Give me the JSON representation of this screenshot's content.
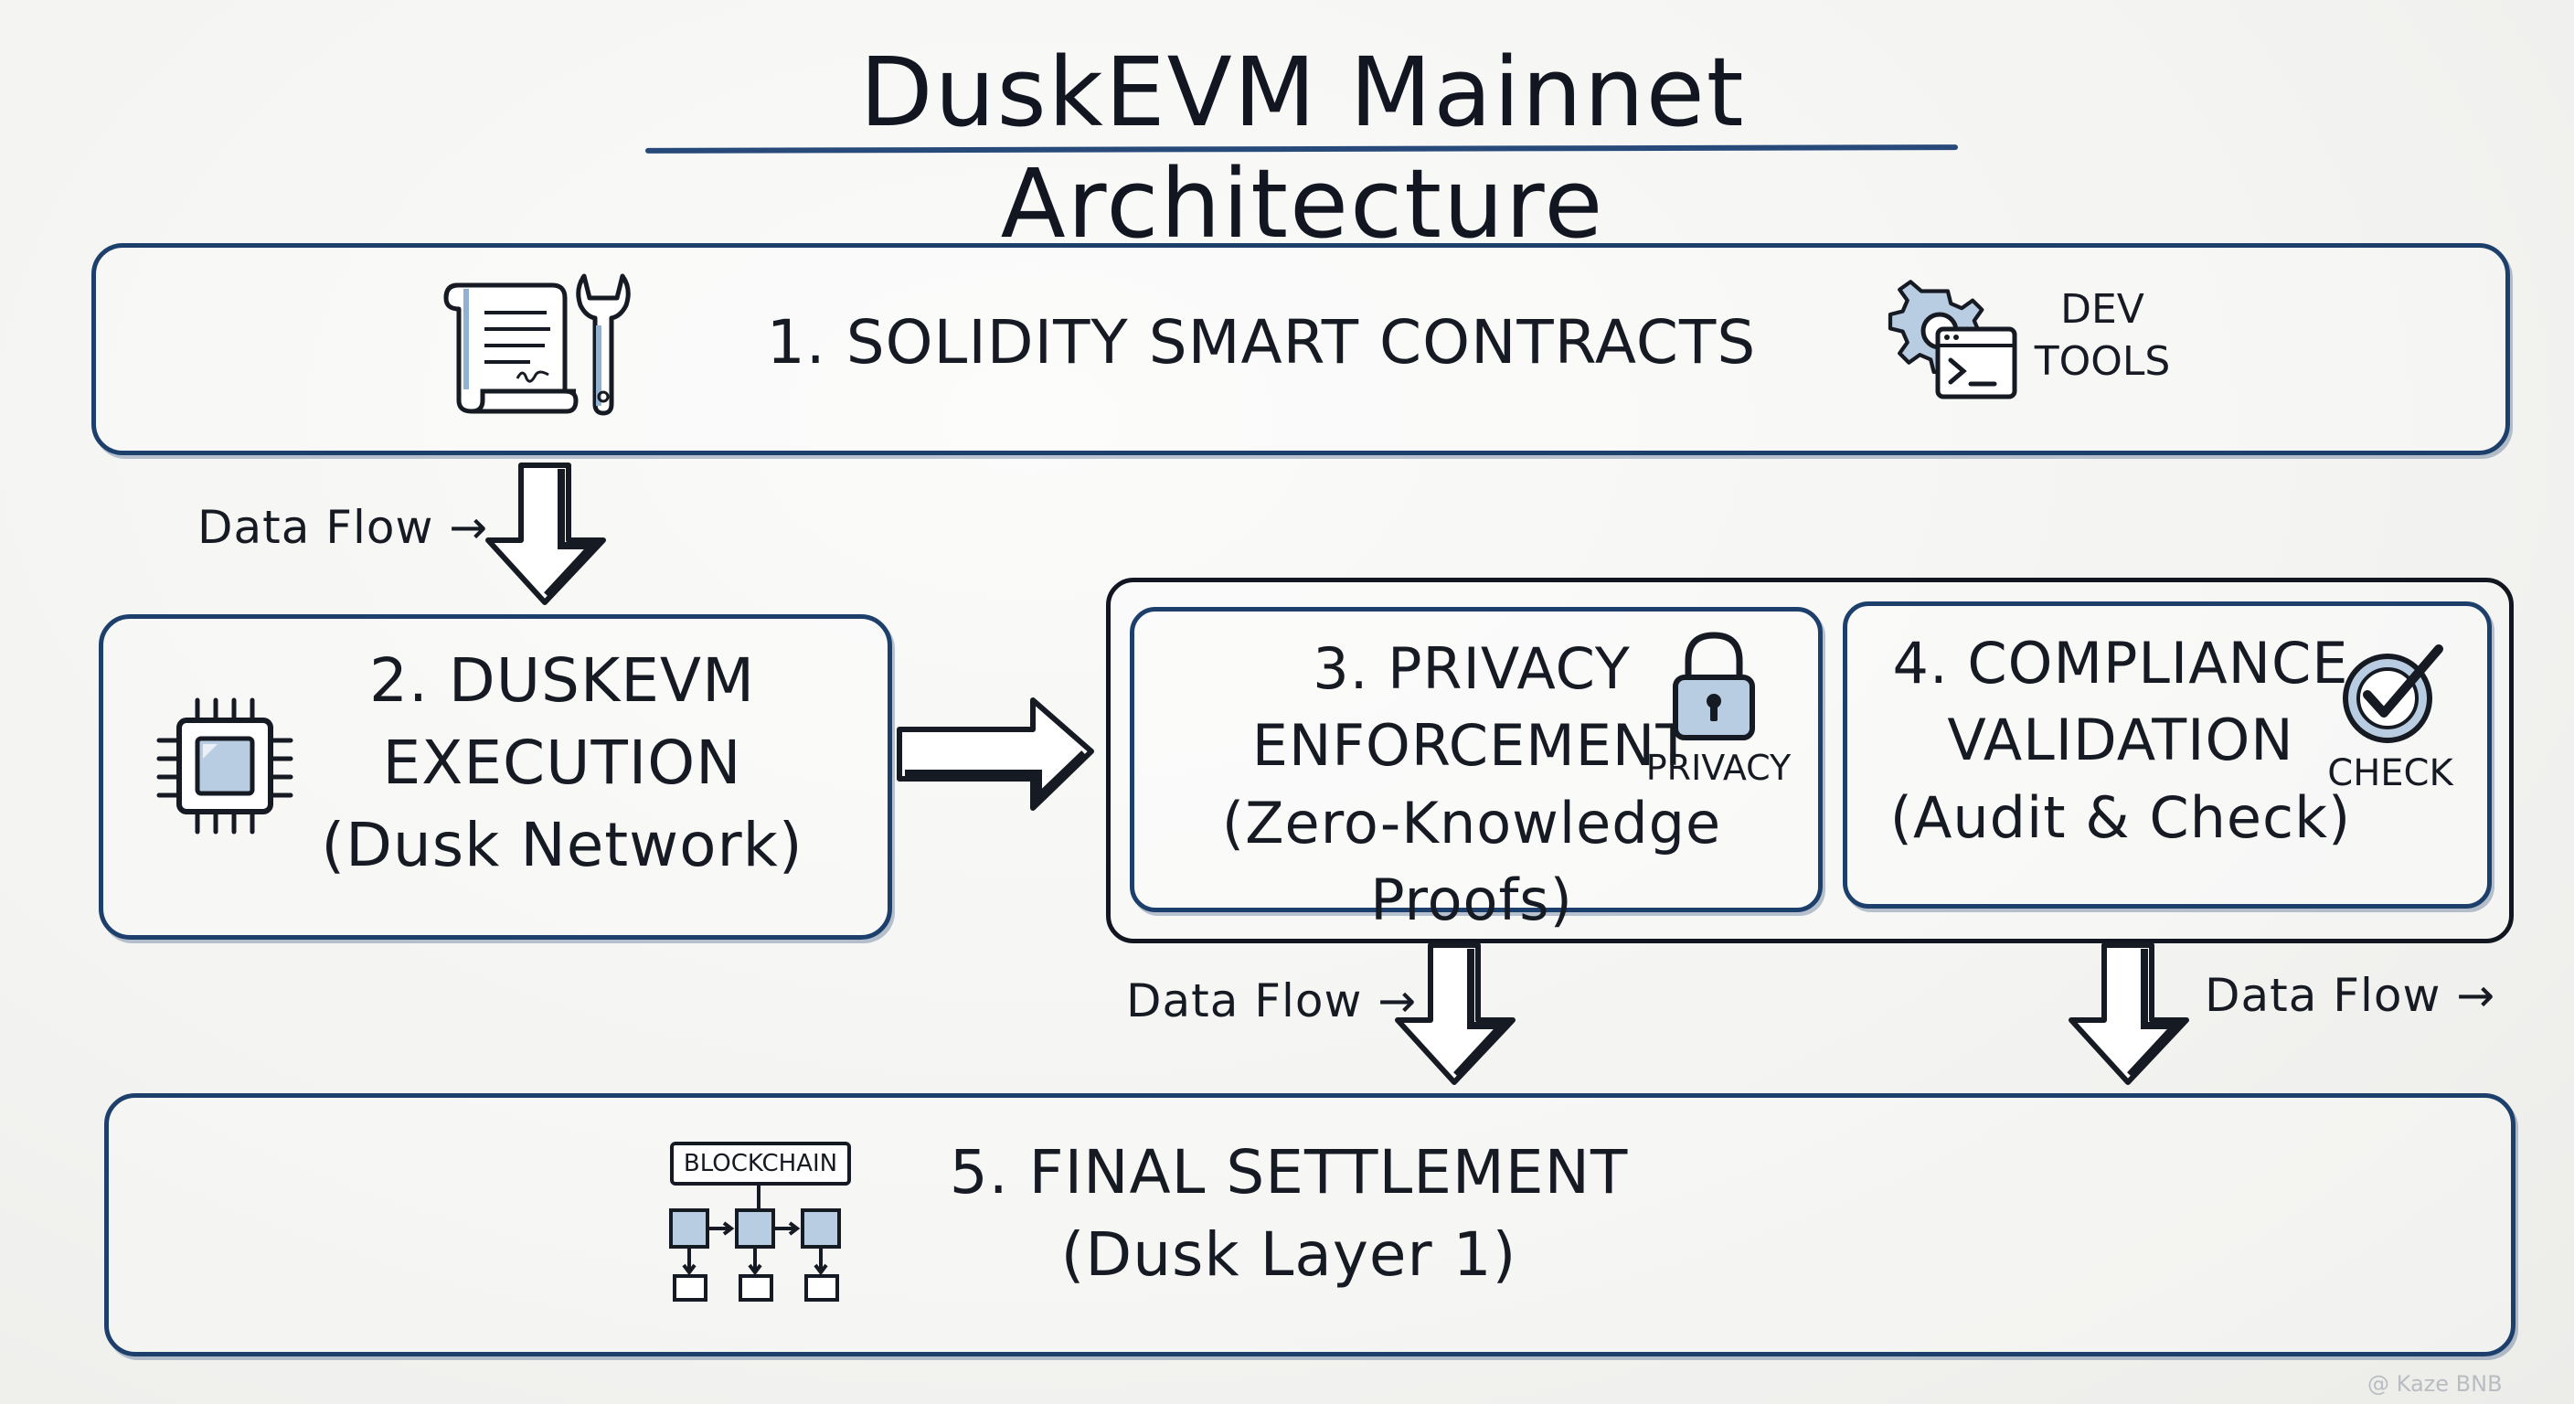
{
  "title": "DuskEVM Mainnet Architecture",
  "boxes": {
    "contracts": {
      "label": "1. SOLIDITY SMART CONTRACTS",
      "side_label": "DEV\nTOOLS"
    },
    "execution": {
      "label": "2. DUSKEVM\nEXECUTION\n(Dusk Network)"
    },
    "privacy": {
      "label": "3. PRIVACY\nENFORCEMENT\n(Zero-Knowledge Proofs)",
      "side_label": "PRIVACY"
    },
    "compliance": {
      "label": "4. COMPLIANCE\nVALIDATION\n(Audit & Check)",
      "side_label": "CHECK"
    },
    "settlement": {
      "label": "5. FINAL SETTLEMENT\n(Dusk Layer 1)",
      "icon_label": "BLOCKCHAIN"
    }
  },
  "flows": {
    "flow_1": "Data Flow →",
    "flow_2": "Data Flow →",
    "flow_3": "Data Flow →"
  },
  "watermark": "@ Kaze BNB",
  "colors": {
    "ink": "#161a22",
    "box_border": "#1d3f6b",
    "accent_fill": "#b9cde2"
  }
}
